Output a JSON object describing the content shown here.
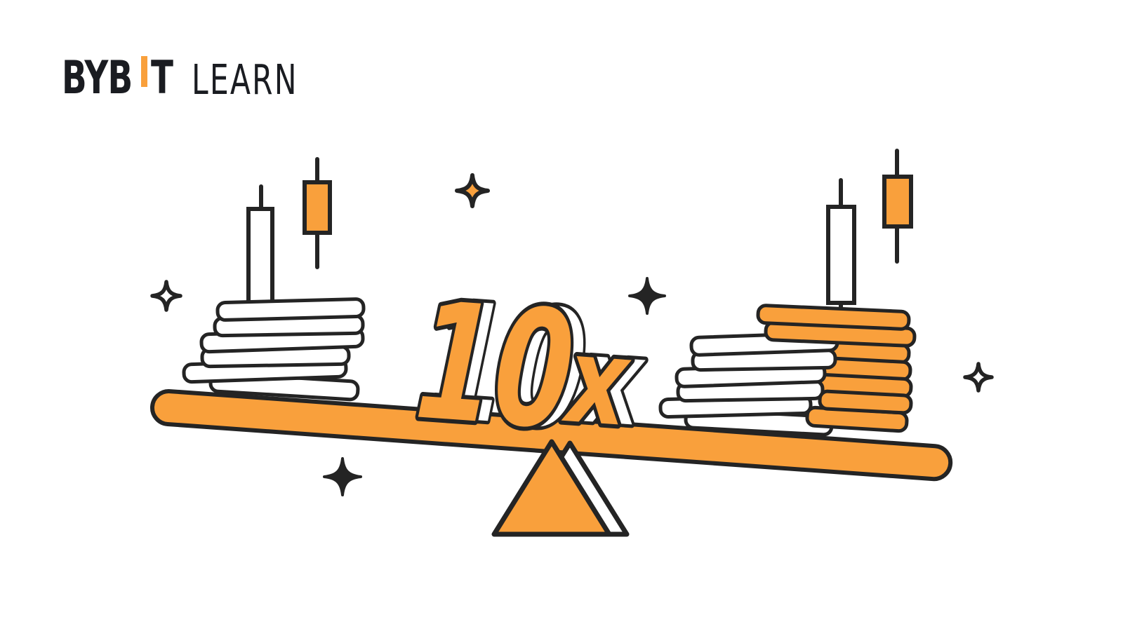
{
  "header": {
    "logo": {
      "word_start": "BYB",
      "word_end": "T",
      "divider_icon": "orange-i-bar",
      "suffix": "LEARN"
    }
  },
  "illustration": {
    "alt": "Tilted seesaw on a triangular fulcrum: a short stack of white coins on the high left side, taller stacks of white and orange coins on the low right side, white and orange candlestick chart symbols rising from each stack, surrounded by sparkle stars",
    "leverage_value": "10",
    "leverage_suffix": "x",
    "elements": {
      "left_white_coin_count": 6,
      "right_white_coin_count": 6,
      "right_orange_coin_count": 7,
      "candlestick_count": 4,
      "sparkle_count": 5
    }
  },
  "colors": {
    "accent_orange": "#F9A03C",
    "outline_ink": "#242424",
    "coin_fill": "#FFFFFF",
    "background": "#FFFFFF",
    "logo_text": "#1A1C21"
  }
}
